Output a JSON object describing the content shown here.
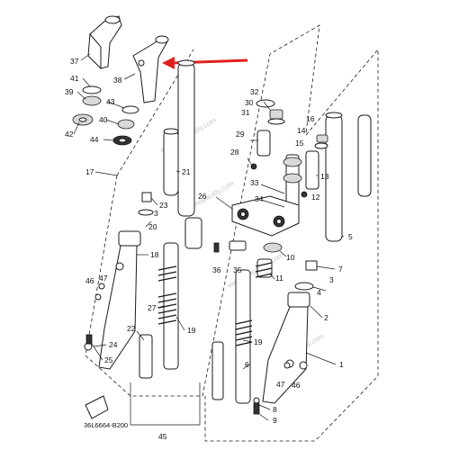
{
  "diagram": {
    "catalog_code": "36L6664-B200",
    "watermark": "www.mopaulity.com",
    "arrow_color": "#e02020",
    "callouts": {
      "c37": "37",
      "c38": "38",
      "c41": "41",
      "c39": "39",
      "c43": "43",
      "c40": "40",
      "c42": "42",
      "c44": "44",
      "c17": "17",
      "c21": "21",
      "c23": "23",
      "c3a": "3",
      "c20": "20",
      "c18": "18",
      "c26": "26",
      "c46a": "46",
      "c47a": "47",
      "c27": "27",
      "c19a": "19",
      "c22": "22",
      "c24": "24",
      "c25": "25",
      "c45": "45",
      "c32": "32",
      "c30": "30",
      "c31": "31",
      "c29": "29",
      "c28": "28",
      "c33": "33",
      "c34": "34",
      "c16": "16",
      "c14": "14",
      "c15": "15",
      "c13": "13",
      "c12": "12",
      "c36": "36",
      "c35": "35",
      "c10": "10",
      "c5": "5",
      "c7": "7",
      "c3b": "3",
      "c4": "4",
      "c11": "11",
      "c2": "2",
      "c19b": "19",
      "c6": "6",
      "c1": "1",
      "c47b": "47",
      "c46b": "46",
      "c8": "8",
      "c9": "9"
    }
  }
}
